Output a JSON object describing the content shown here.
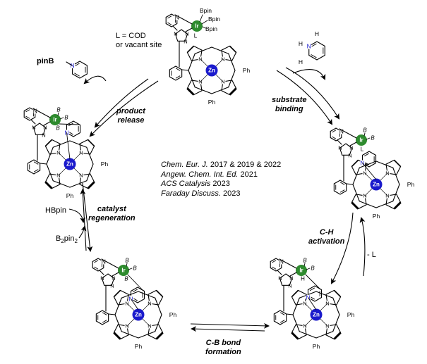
{
  "colors": {
    "iridium": "#2e8b2e",
    "zinc": "#1a1acc",
    "pyridine_n": "#1a1acc",
    "bond": "#000000"
  },
  "ligand_note": {
    "line1": "L = COD",
    "line2": "or vacant site"
  },
  "steps": {
    "product_release": {
      "line1": "product",
      "line2": "release"
    },
    "substrate_binding": {
      "line1": "substrate",
      "line2": "binding"
    },
    "ch_activation": {
      "line1": "C-H",
      "line2": "activation"
    },
    "cb_bond_formation": {
      "line1": "C-B bond",
      "line2": "formation"
    },
    "catalyst_regeneration": {
      "line1": "catalyst",
      "line2": "regeneration"
    }
  },
  "reagents": {
    "product": "pinB",
    "hbpin": "HBpin",
    "b2pin2_base": "B",
    "b2pin2_sub1": "2",
    "b2pin2_mid": "pin",
    "b2pin2_sub2": "2",
    "minus_l": "- L"
  },
  "references": [
    {
      "journal": "Chem. Eur. J.",
      "years": " 2017 & 2019 & 2022"
    },
    {
      "journal": "Angew. Chem. Int. Ed.",
      "years": " 2021"
    },
    {
      "journal": "ACS Catalysis",
      "years": " 2023"
    },
    {
      "journal": "Faraday Discuss.",
      "years": " 2023"
    }
  ],
  "atoms": {
    "ir": "Ir",
    "zn": "Zn",
    "n": "N",
    "ph": "Ph",
    "bpin": "Bpin",
    "b": "B",
    "l": "L",
    "h": "H"
  }
}
